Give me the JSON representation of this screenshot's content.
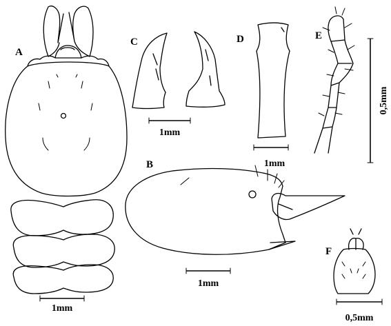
{
  "figure": {
    "labels": {
      "a": "A",
      "b": "B",
      "c": "C",
      "d": "D",
      "e": "E",
      "f": "F"
    },
    "scale_bars": {
      "a": "1mm",
      "b": "1mm",
      "c": "1mm",
      "d": "1mm",
      "e": "0,5mm",
      "f": "0,5mm"
    }
  }
}
